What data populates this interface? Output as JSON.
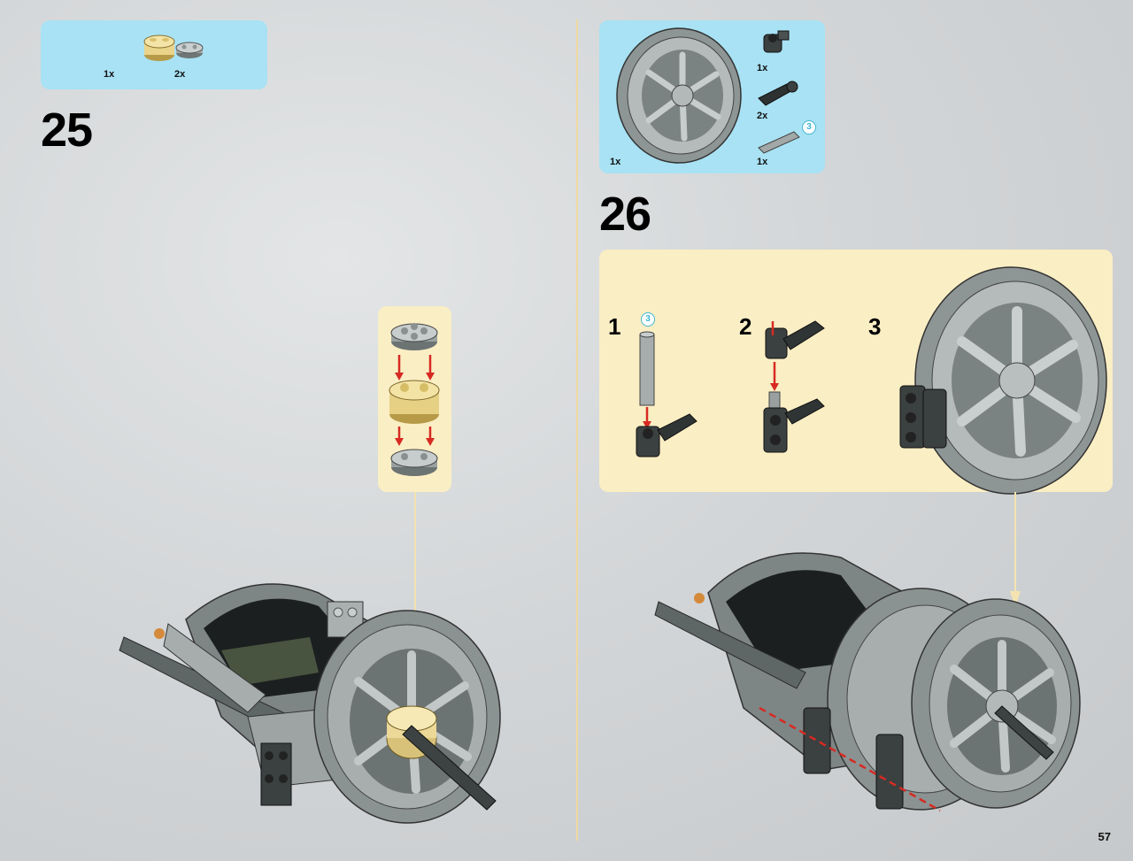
{
  "left_step": {
    "number": "25",
    "parts": [
      {
        "qty": "1x",
        "icon": "round-brick-2x2-tan-icon"
      },
      {
        "qty": "2x",
        "icon": "round-plate-2x2-gray-icon"
      }
    ]
  },
  "right_step": {
    "number": "26",
    "parts": [
      {
        "qty": "1x",
        "icon": "wheel-rim-icon"
      },
      {
        "qty": "1x",
        "icon": "technic-connector-icon"
      },
      {
        "qty": "2x",
        "icon": "technic-pin-icon"
      },
      {
        "qty": "1x",
        "icon": "technic-axle-3-icon"
      }
    ],
    "axle_length_badge": "3",
    "substeps": [
      {
        "number": "1",
        "badge": "3"
      },
      {
        "number": "2"
      },
      {
        "number": "3"
      }
    ]
  },
  "page_number": "57",
  "colors": {
    "parts_callout": "#a8e2f4",
    "substep_callout": "#faeec4",
    "arrow_red": "#d72a22",
    "guide_line": "#f4e3b0"
  }
}
